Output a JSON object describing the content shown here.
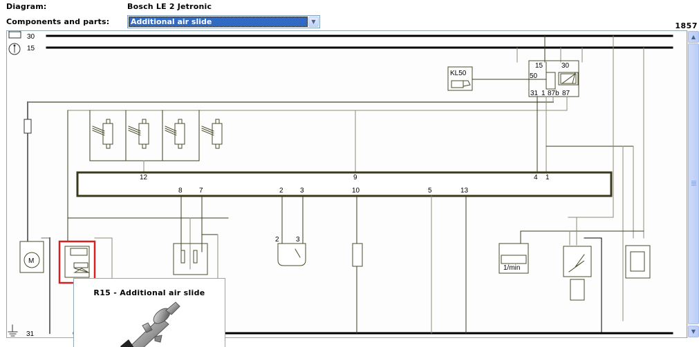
{
  "header": {
    "diagram_label": "Diagram:",
    "diagram_value": "Bosch LE 2 Jetronic",
    "components_label": "Components and parts:",
    "components_selected": "Additional air slide",
    "counter": "1857"
  },
  "diagram": {
    "rails": {
      "r30": "30",
      "r15": "15",
      "r31": "31"
    },
    "relay": {
      "t15": "15",
      "t30": "30",
      "t50": "50",
      "t31": "31",
      "t1": "1",
      "t87b": "87b",
      "t87": "87"
    },
    "kl50": "KL50",
    "ecu_pins_top": {
      "p12": "12",
      "p9": "9",
      "p4": "4",
      "p1": "1"
    },
    "ecu_pins_bottom": {
      "p8": "8",
      "p7": "7",
      "p2": "2",
      "p3": "3",
      "p10": "10",
      "p5": "5",
      "p13": "13"
    },
    "switch_pins": {
      "s2": "2",
      "s3": "3"
    },
    "tach_label": "1/min",
    "motor_label": "M"
  },
  "popup": {
    "title": "R15 - Additional air slide"
  },
  "colors": {
    "highlight": "#d42020",
    "selection": "#316ac5",
    "wire_dark": "#3a3a1a",
    "wire_gray": "#8a8a78"
  }
}
